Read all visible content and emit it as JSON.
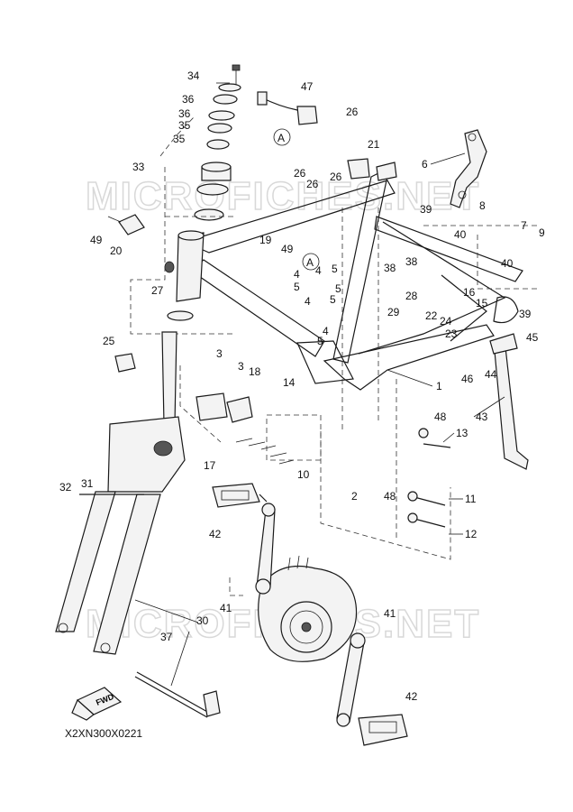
{
  "diagram": {
    "drawing_code": "X2XN300X0221",
    "watermark": "MICROFICHES.NET",
    "fwd_label": "FWD",
    "ref_marker": "A",
    "callouts": [
      "1",
      "2",
      "3",
      "3",
      "4",
      "4",
      "4",
      "4",
      "5",
      "5",
      "5",
      "5",
      "5",
      "6",
      "7",
      "8",
      "9",
      "10",
      "11",
      "12",
      "13",
      "14",
      "15",
      "16",
      "17",
      "18",
      "19",
      "20",
      "21",
      "22",
      "23",
      "24",
      "25",
      "26",
      "26",
      "26",
      "26",
      "27",
      "28",
      "29",
      "30",
      "31",
      "32",
      "33",
      "34",
      "35",
      "35",
      "36",
      "36",
      "37",
      "38",
      "38",
      "39",
      "39",
      "40",
      "40",
      "41",
      "41",
      "42",
      "42",
      "43",
      "44",
      "45",
      "46",
      "47",
      "48",
      "48",
      "49",
      "49"
    ]
  }
}
